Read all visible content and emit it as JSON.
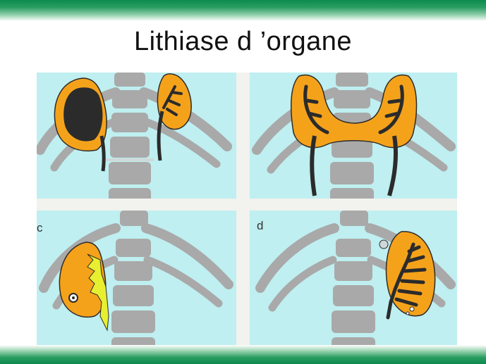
{
  "slide": {
    "title": "Lithiase d ’organe"
  },
  "panels": [
    {
      "id": "a",
      "letter": ""
    },
    {
      "id": "b",
      "letter": ""
    },
    {
      "id": "c",
      "letter": "c"
    },
    {
      "id": "d",
      "letter": "d"
    }
  ],
  "colors": {
    "panel_bg": "#bfeff0",
    "bone": "#a9a9a9",
    "kidney": "#f5a21b",
    "dark": "#2b2b2b",
    "yellow_pelvis": "#e8ef30",
    "theme_green": "#0d8a4f"
  }
}
